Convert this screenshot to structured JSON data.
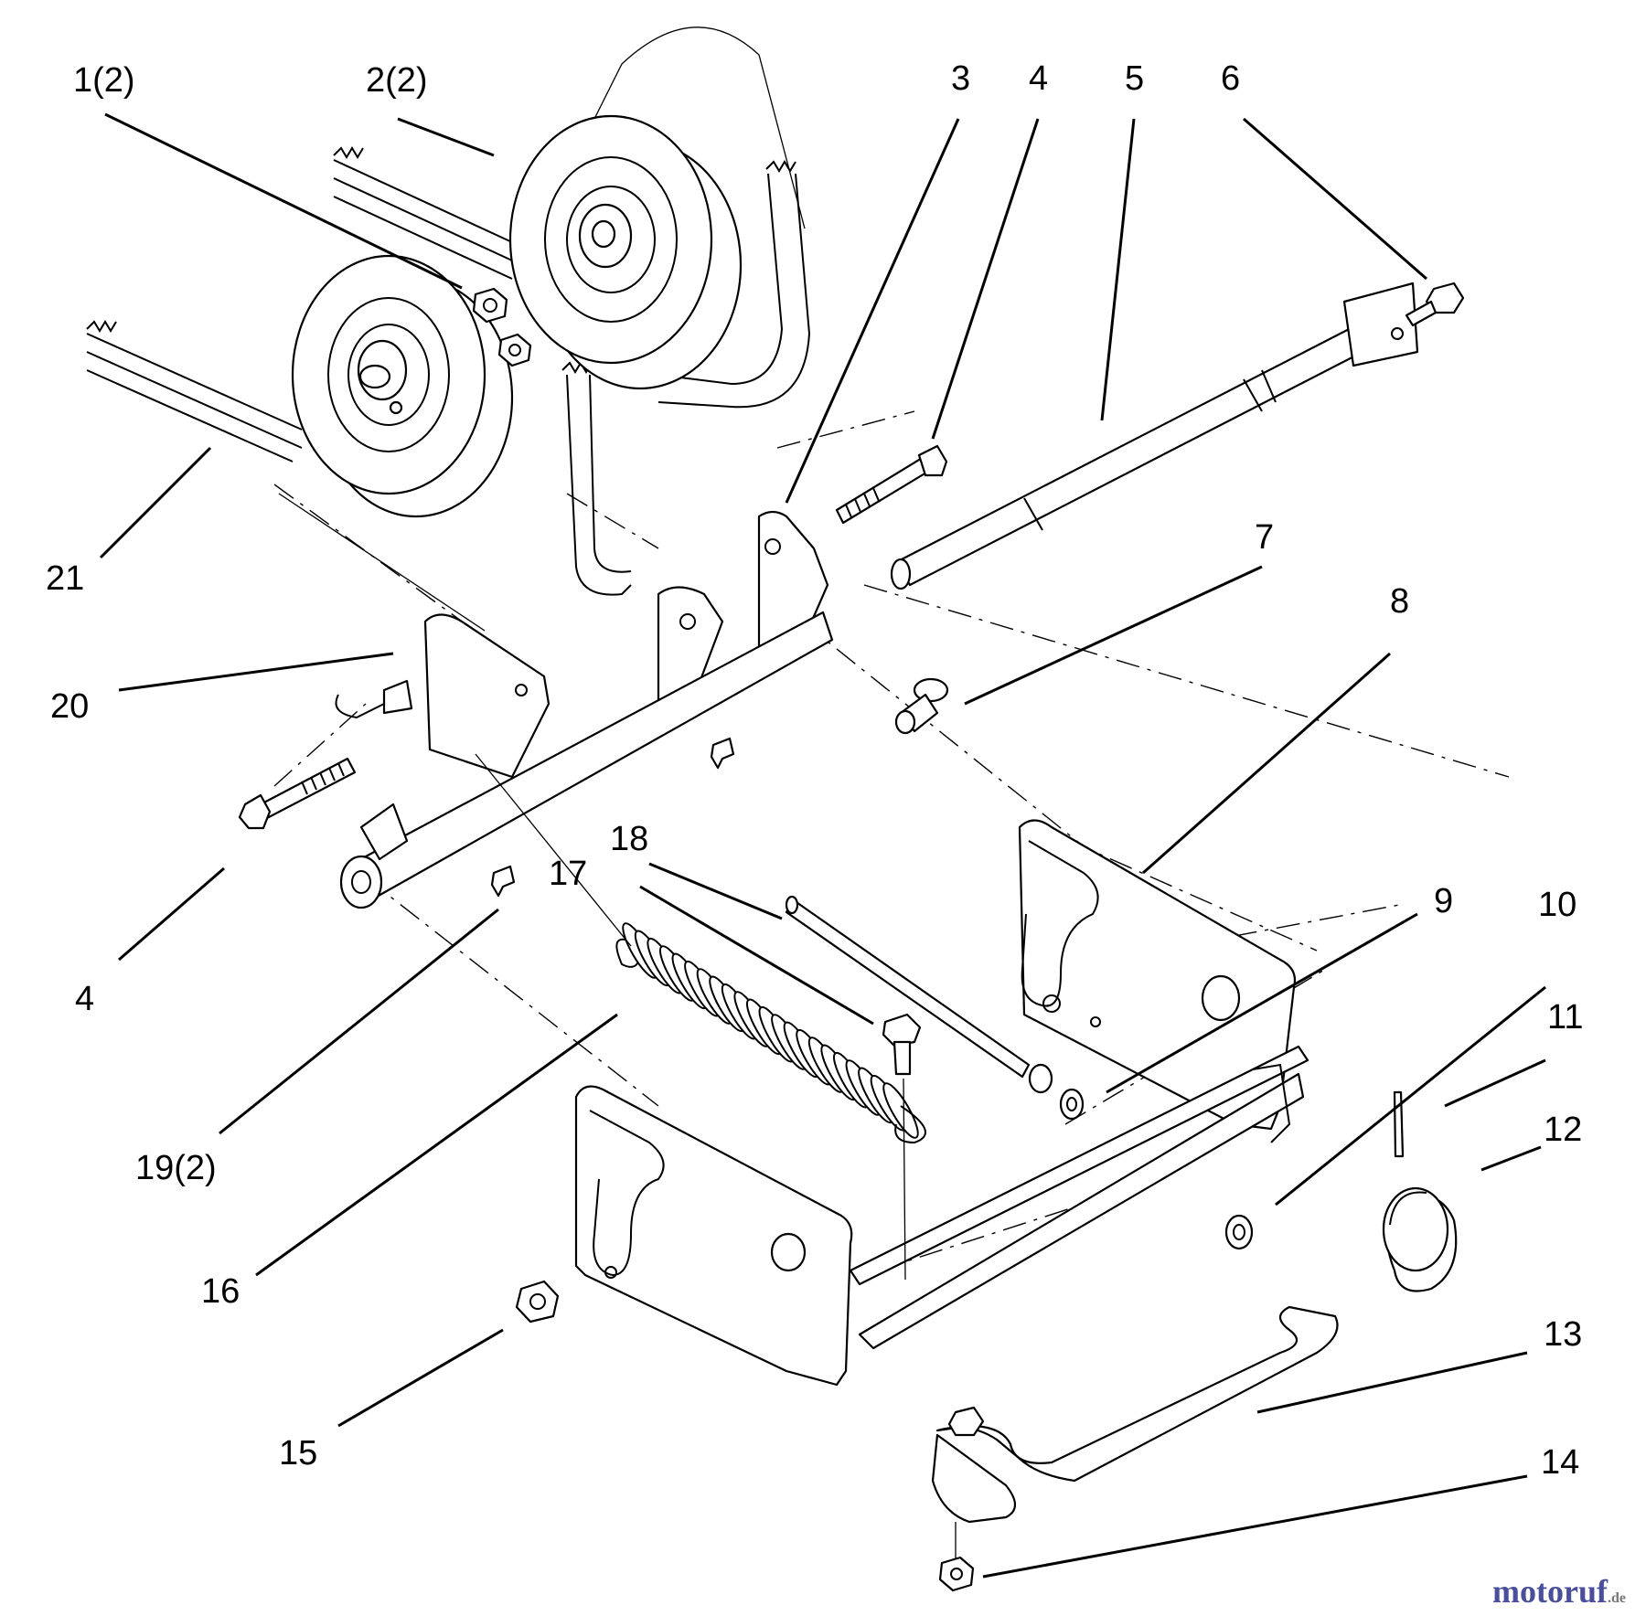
{
  "callouts": {
    "c1": "1(2)",
    "c2": "2(2)",
    "c3": "3",
    "c4a": "4",
    "c5": "5",
    "c6": "6",
    "c7": "7",
    "c8": "8",
    "c9": "9",
    "c10": "10",
    "c11": "11",
    "c12": "12",
    "c13": "13",
    "c14": "14",
    "c15": "15",
    "c16": "16",
    "c17": "17",
    "c18": "18",
    "c19": "19(2)",
    "c20": "20",
    "c21": "21",
    "c4b": "4"
  },
  "watermark": {
    "name": "motoruf",
    "suffix": ".de"
  }
}
